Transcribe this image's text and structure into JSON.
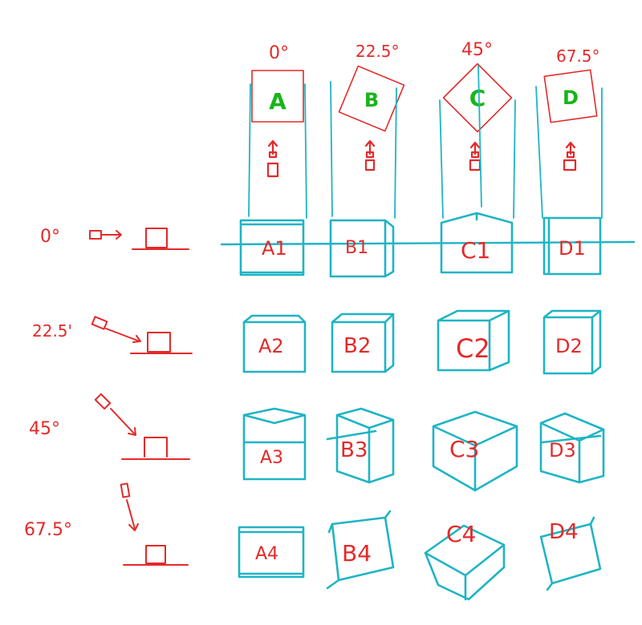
{
  "top_angles": [
    "0°",
    "22.5°",
    "45°",
    "67.5°"
  ],
  "top_letters": [
    "A",
    "B",
    "C",
    "D"
  ],
  "row_angles": [
    "0°",
    "22.5'",
    "45°",
    "67.5°"
  ],
  "cube_labels": [
    [
      "A1",
      "B1",
      "C1",
      "D1"
    ],
    [
      "A2",
      "B2",
      "C2",
      "D2"
    ],
    [
      "A3",
      "B3",
      "C3",
      "D3"
    ],
    [
      "A4",
      "B4",
      "C4",
      "D4"
    ]
  ],
  "colors": {
    "sketch_red": "#e32a2a",
    "letter_green": "#17b51a",
    "cube_cyan": "#1fb4c4",
    "background": "#ffffff"
  },
  "icons": [
    "camera-icon",
    "arrow-icon",
    "box-on-ground-icon",
    "cube-sketch"
  ]
}
